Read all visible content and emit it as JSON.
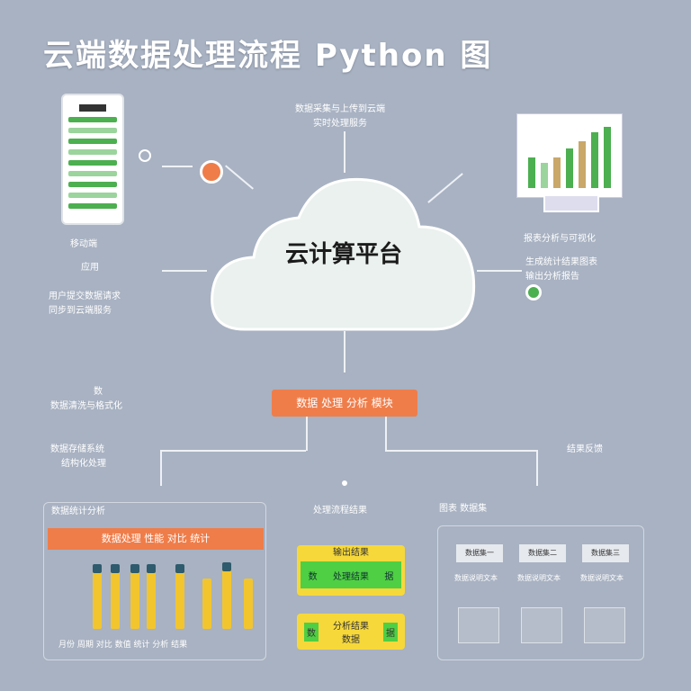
{
  "title": "云端数据处理流程 Python 图",
  "cloud": {
    "label": "云计算平台"
  },
  "top_caption": [
    "数据采集与上传到云端",
    "实时处理服务"
  ],
  "left": {
    "phone_caption": "移动端",
    "phone_sub": "应用",
    "desc": [
      "用户提交数据请求",
      "同步到云端服务"
    ],
    "note_top": "数",
    "note": "数据清洗与格式化",
    "note2": [
      "数据存储系统",
      "结构化处理"
    ]
  },
  "right": {
    "report_caption": "报表分析与可视化",
    "desc": [
      "生成统计结果图表",
      "输出分析报告"
    ],
    "note": "结果反馈"
  },
  "center_box": "数据 处理 分析 模块",
  "panels": {
    "left": {
      "title": "数据统计分析",
      "banner": "数据处理 性能 对比 统计",
      "footer": "月份 周期 对比 数值 统计 分析 结果",
      "bars": [
        0.95,
        0.95,
        0.95,
        0.95,
        0.95,
        0.78,
        0.97,
        0.78
      ]
    },
    "middle": {
      "title": "处理流程结果",
      "yellow1": "输出结果",
      "green": [
        "数",
        "处理结果",
        "据"
      ],
      "yellow2": [
        "分析结果",
        "数据"
      ],
      "yicons": [
        "数",
        "据"
      ]
    },
    "right": {
      "title": "图表 数据集",
      "cards": [
        "数据集一",
        "数据集二",
        "数据集三"
      ],
      "descs": [
        "数据说明文本",
        "数据说明文本",
        "数据说明文本"
      ]
    }
  },
  "colors": {
    "background": "#a8b2c2",
    "orange": "#ef7d4a",
    "yellow": "#f2c52f",
    "green": "#4fcf43"
  }
}
